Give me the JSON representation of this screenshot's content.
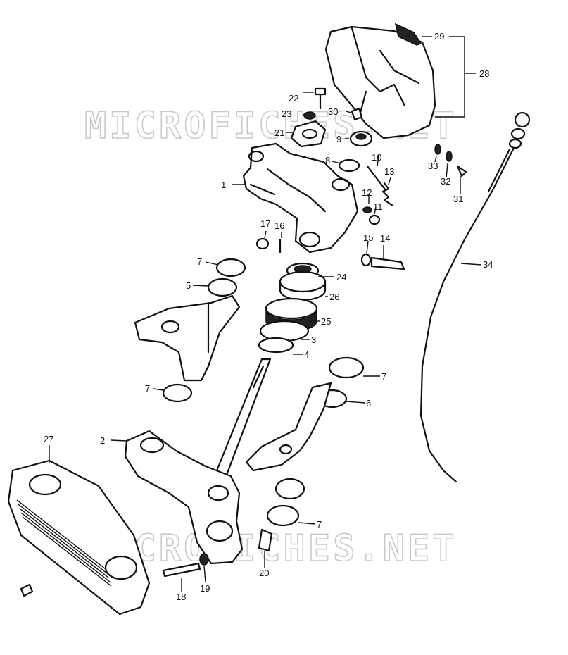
{
  "watermarks": [
    "MICROFICHES.NET",
    "MICROFICHES.NET"
  ],
  "callouts": [
    "1",
    "2",
    "3",
    "4",
    "5",
    "6",
    "7",
    "7",
    "7",
    "7",
    "8",
    "9",
    "10",
    "11",
    "12",
    "13",
    "14",
    "15",
    "16",
    "17",
    "18",
    "19",
    "20",
    "21",
    "22",
    "23",
    "24",
    "25",
    "26",
    "27",
    "28",
    "29",
    "30",
    "31",
    "32",
    "33",
    "34"
  ]
}
